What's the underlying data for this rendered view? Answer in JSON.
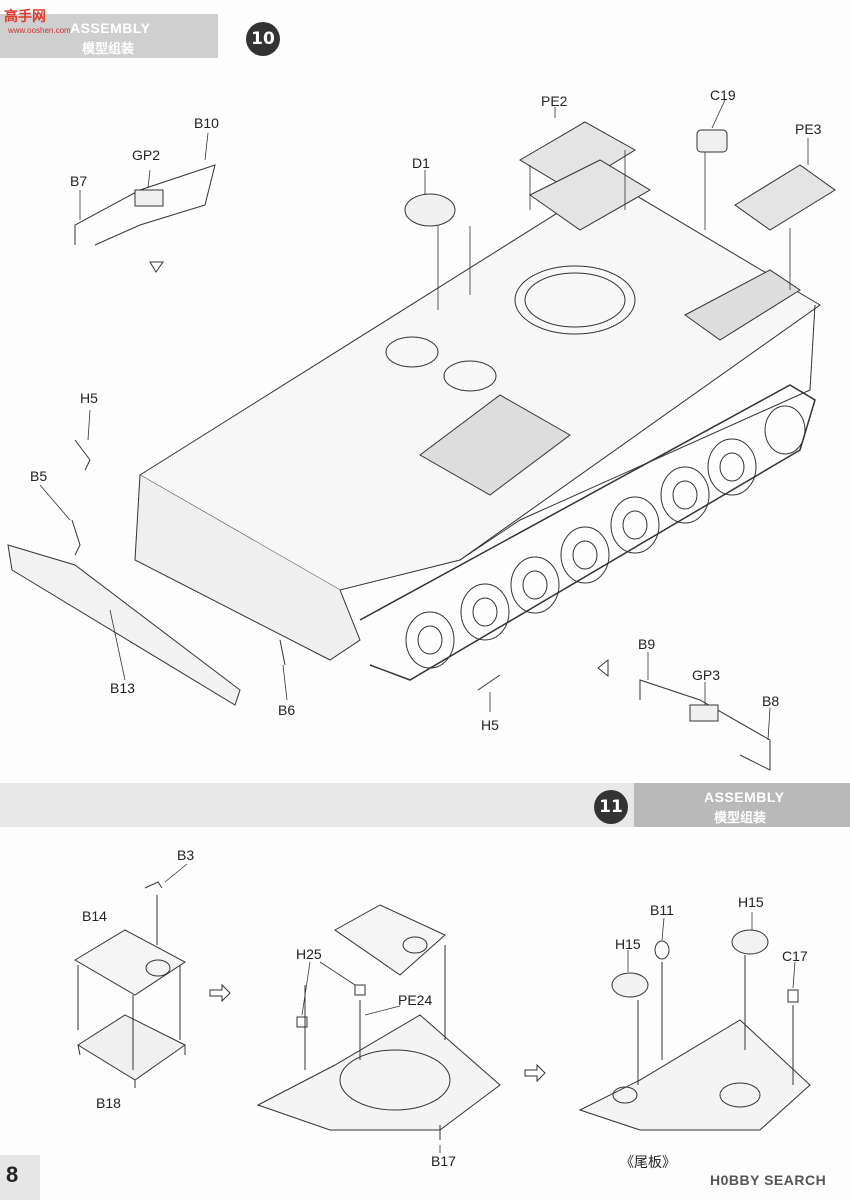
{
  "header": {
    "logo_text": "高手网",
    "logo_sub": "www.ooshen.com",
    "banner1_title": "ASSEMBLY",
    "banner1_subtitle": "模型组装",
    "step1": "10",
    "banner2_title": "ASSEMBLY",
    "banner2_subtitle": "模型组装",
    "step2": "11"
  },
  "step10_labels": {
    "pe2": "PE2",
    "c19": "C19",
    "pe3": "PE3",
    "d1": "D1",
    "b10": "B10",
    "gp2": "GP2",
    "b7": "B7",
    "h5_top": "H5",
    "b5": "B5",
    "b13": "B13",
    "b6": "B6",
    "h5_bottom": "H5",
    "b9": "B9",
    "gp3": "GP3",
    "b8": "B8"
  },
  "step11_labels": {
    "b3": "B3",
    "b14": "B14",
    "b18": "B18",
    "h25": "H25",
    "pe24": "PE24",
    "b17": "B17",
    "b11": "B11",
    "h15_left": "H15",
    "h15_right": "H15",
    "c17": "C17"
  },
  "footer": {
    "page_number": "8",
    "caption": "《尾板》",
    "watermark": "H0BBY SEARCH"
  }
}
